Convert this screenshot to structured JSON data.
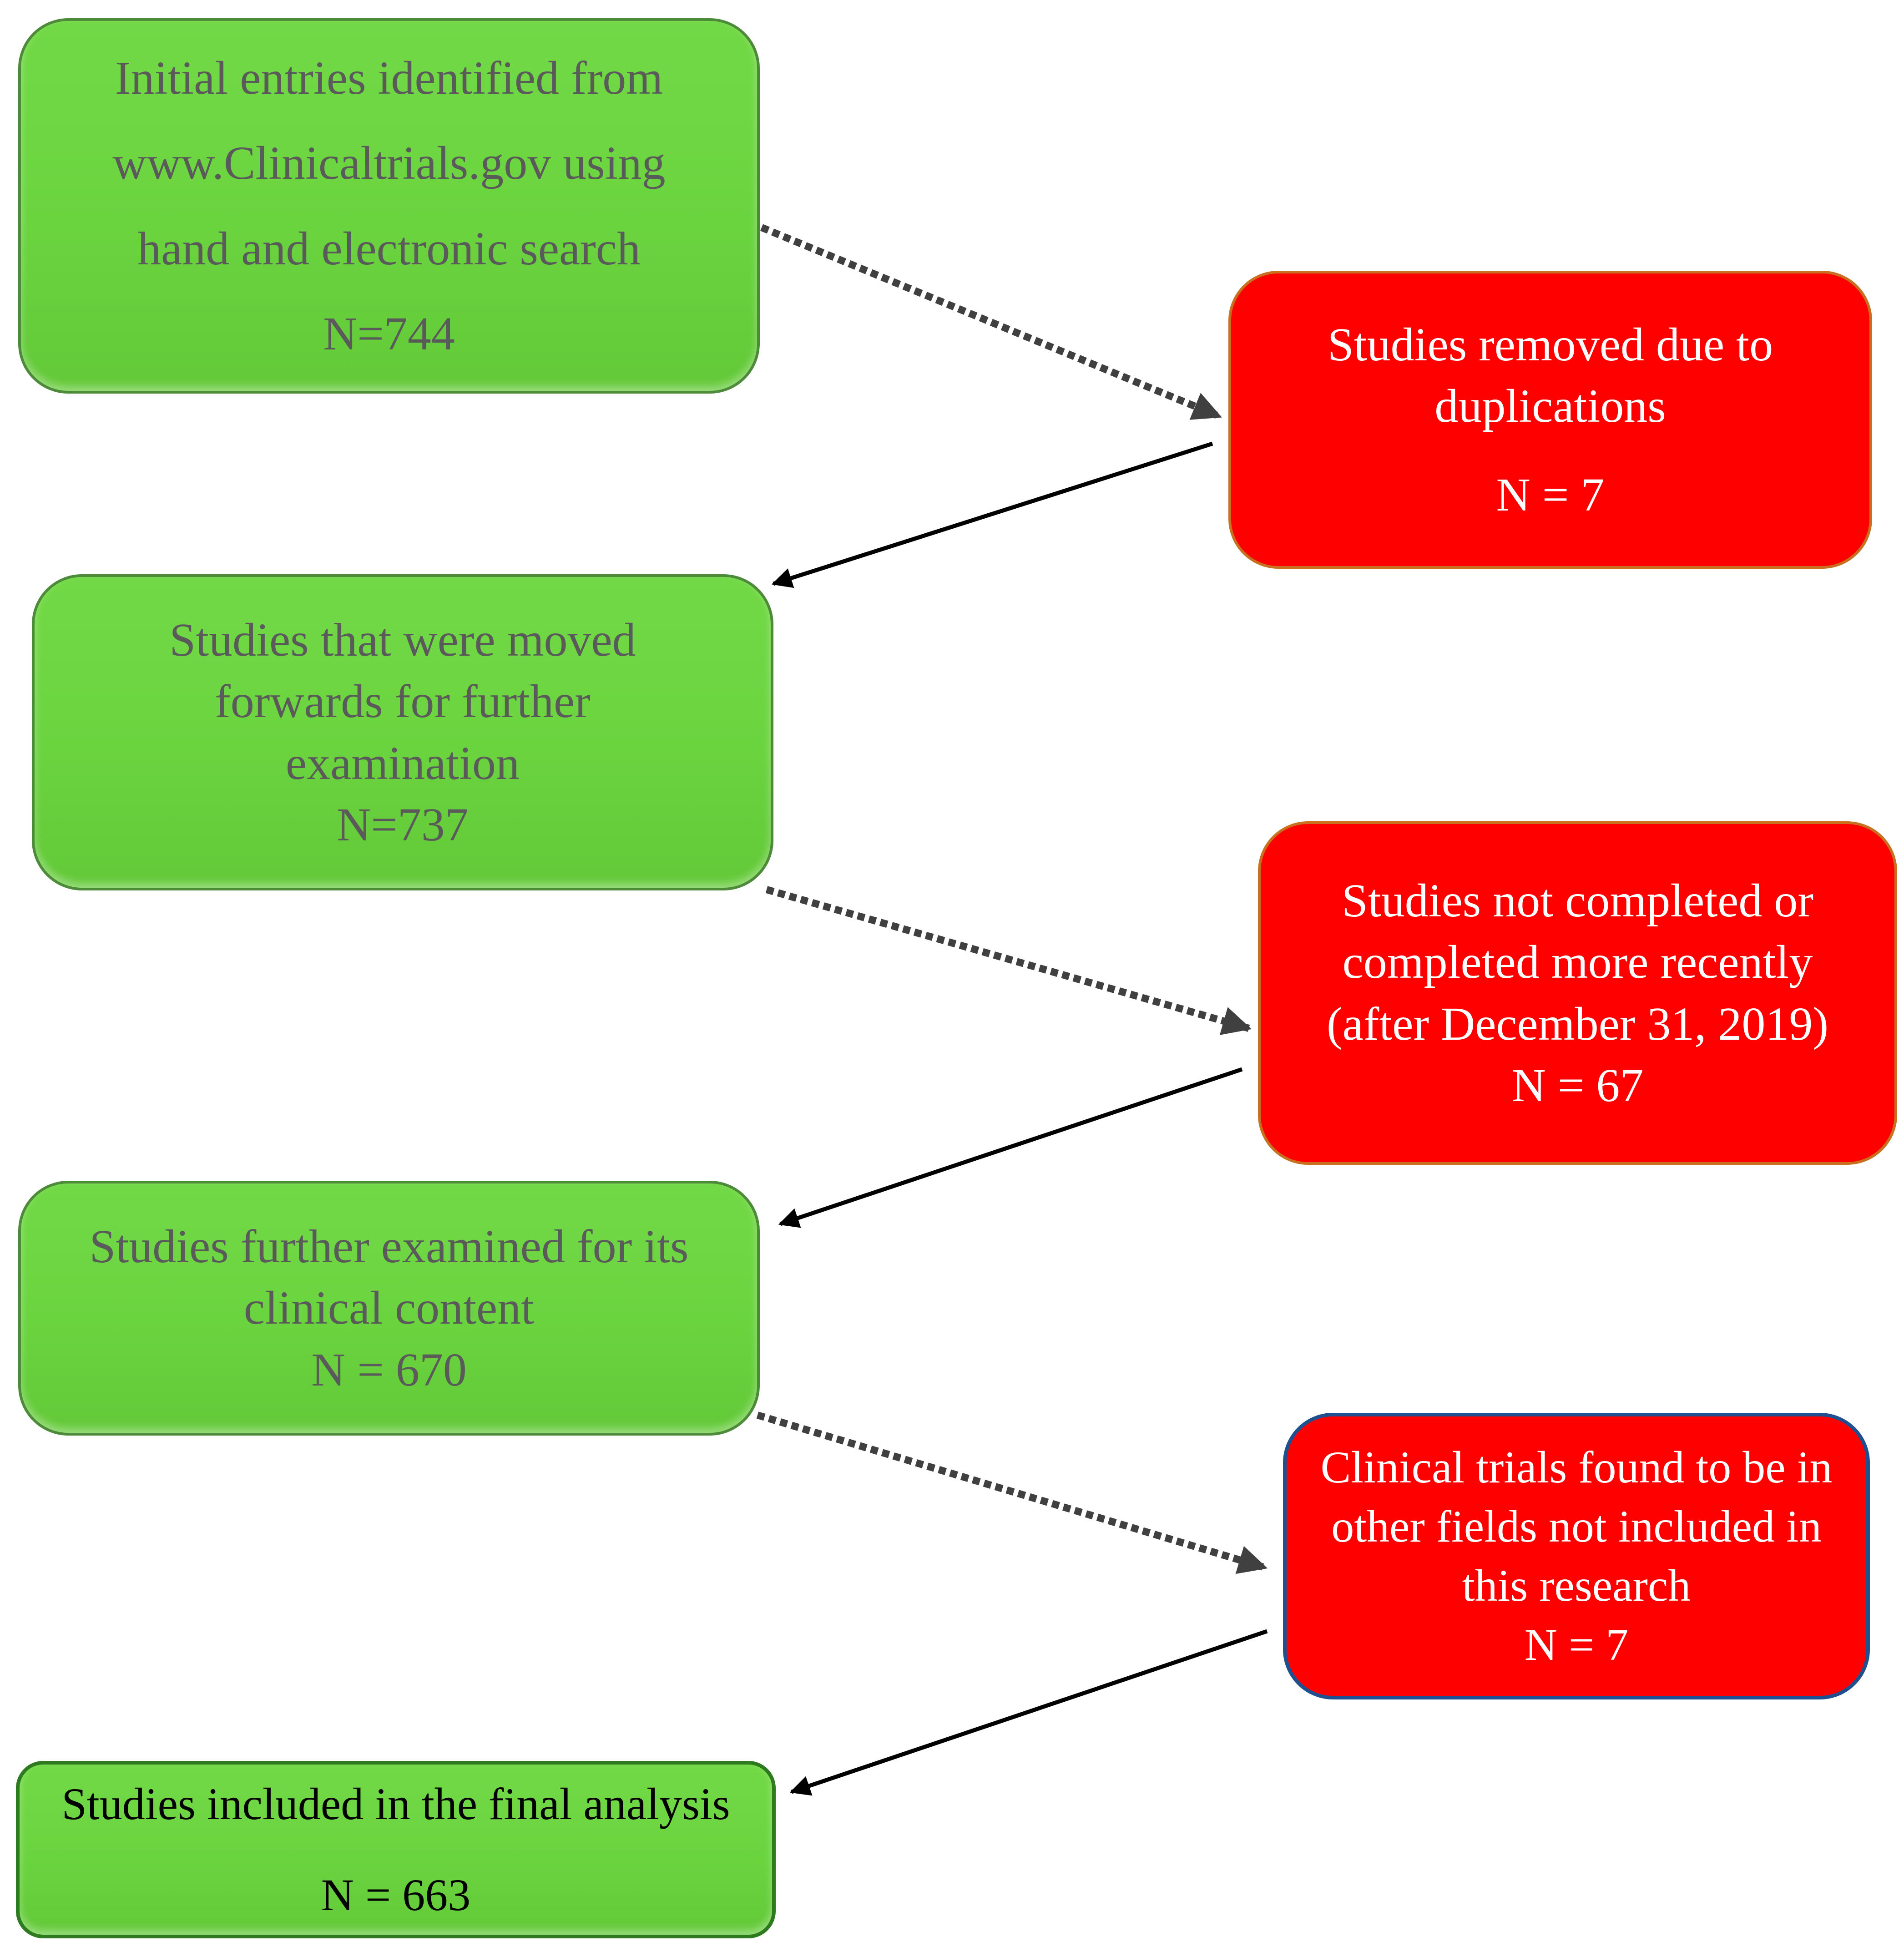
{
  "boxes": {
    "initial": {
      "lines": [
        "Initial entries identified from",
        "www.Clinicaltrials.gov using",
        "hand and electronic search"
      ],
      "count": "N=744"
    },
    "duplicates": {
      "lines": [
        "Studies removed due to",
        "duplications"
      ],
      "count": "N = 7"
    },
    "moved_forward": {
      "lines": [
        "Studies that were moved",
        "forwards for further",
        "examination"
      ],
      "count": "N=737"
    },
    "not_completed": {
      "lines": [
        "Studies not completed or",
        "completed more recently",
        "(after December 31, 2019)"
      ],
      "count": "N = 67"
    },
    "clinical_content": {
      "lines": [
        "Studies further examined for its",
        "clinical content"
      ],
      "count": "N = 670"
    },
    "other_fields": {
      "lines": [
        "Clinical trials found to be in",
        "other fields not included in",
        "this research"
      ],
      "count": "N = 7"
    },
    "final": {
      "lines": [
        "Studies included in the final analysis"
      ],
      "count": "N = 663"
    }
  },
  "colors": {
    "include_box": "#6ad43f",
    "exclude_box": "#ff0000",
    "arrow": "#000000",
    "dotted_arrow": "#404040"
  }
}
